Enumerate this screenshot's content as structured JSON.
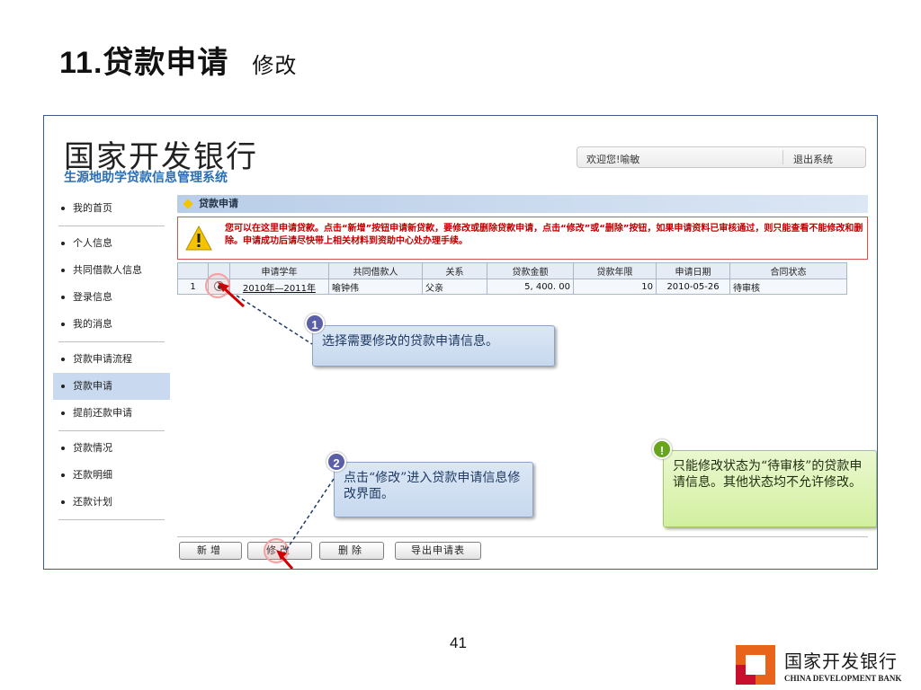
{
  "slide": {
    "title_num": "11.",
    "title_text": "贷款申请",
    "title_sub": "修改",
    "page_number": "41"
  },
  "app": {
    "brand_main": "国家开发银行",
    "brand_sub": "生源地助学贷款信息管理系统",
    "welcome": "欢迎您!喻敏",
    "logout": "退出系统"
  },
  "sidebar": {
    "items": [
      {
        "label": "我的首页"
      },
      {
        "label": "个人信息"
      },
      {
        "label": "共同借款人信息"
      },
      {
        "label": "登录信息"
      },
      {
        "label": "我的消息"
      },
      {
        "label": "贷款申请流程"
      },
      {
        "label": "贷款申请"
      },
      {
        "label": "提前还款申请"
      },
      {
        "label": "贷款情况"
      },
      {
        "label": "还款明细"
      },
      {
        "label": "还款计划"
      }
    ]
  },
  "section": {
    "header": "贷款申请",
    "notice": "您可以在这里申请贷款。点击“新增”按钮申请新贷款，要修改或删除贷款申请，点击“修改”或“删除”按钮，如果申请资料已审核通过，则只能查看不能修改和删除。申请成功后请尽快带上相关材料到资助中心处办理手续。"
  },
  "table": {
    "columns": [
      "申请学年",
      "共同借款人",
      "关系",
      "贷款金额",
      "贷款年限",
      "申请日期",
      "合同状态"
    ],
    "rows": [
      {
        "index": "1",
        "year": "2010年—2011年",
        "co_borrower": "喻钟伟",
        "relation": "父亲",
        "amount": "5, 400. 00",
        "term": "10",
        "date": "2010-05-26",
        "status": "待审核"
      }
    ]
  },
  "callouts": {
    "step1_badge": "1",
    "step1_text": "选择需要修改的贷款申请信息。",
    "step2_badge": "2",
    "step2_text": "点击“修改”进入贷款申请信息修改界面。",
    "note_badge": "!",
    "note_text": "只能修改状态为“待审核”的贷款申请信息。其他状态均不允许修改。"
  },
  "buttons": {
    "add": "新增",
    "edit": "修改",
    "delete": "删除",
    "export": "导出申请表"
  },
  "footer": {
    "bank_name": "国家开发银行",
    "bank_name_en": "CHINA DEVELOPMENT BANK"
  },
  "colors": {
    "accent_blue": "#2a6fb5",
    "notice_red": "#c00000",
    "sidebar_active": "#c9daf0",
    "callout_blue": "#c7d8ee",
    "callout_green": "#d2ef9f",
    "logo_orange": "#e8641b",
    "logo_red": "#c8102e"
  }
}
